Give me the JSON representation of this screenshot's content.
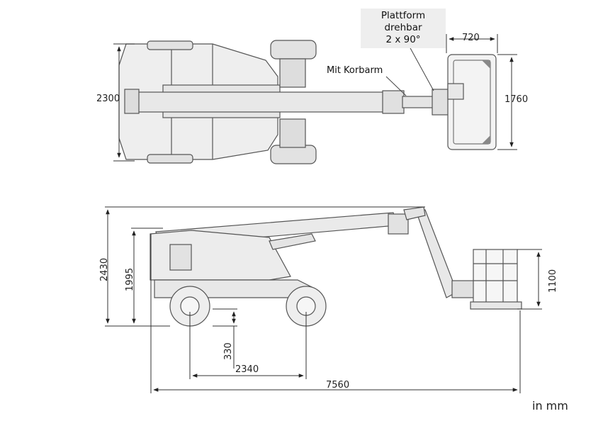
{
  "annotations": {
    "platform_rotation": [
      "Plattform",
      "drehbar",
      "2 x 90°"
    ],
    "basket_arm": "Mit Korbarm"
  },
  "dimensions": {
    "top_overall_width": "2300",
    "platform_length": "720",
    "platform_width": "1760",
    "overall_height": "2430",
    "stowed_height": "1995",
    "platform_height": "1100",
    "ground_clearance": "330",
    "wheelbase": "2340",
    "overall_length": "7560"
  },
  "unit_label": "in mm",
  "colors": {
    "line": "#555555",
    "dim_line": "#333333",
    "body_fill": "#eeeeee",
    "tire_fill": "#e2e2e2",
    "note_bg": "#eeeeee"
  }
}
